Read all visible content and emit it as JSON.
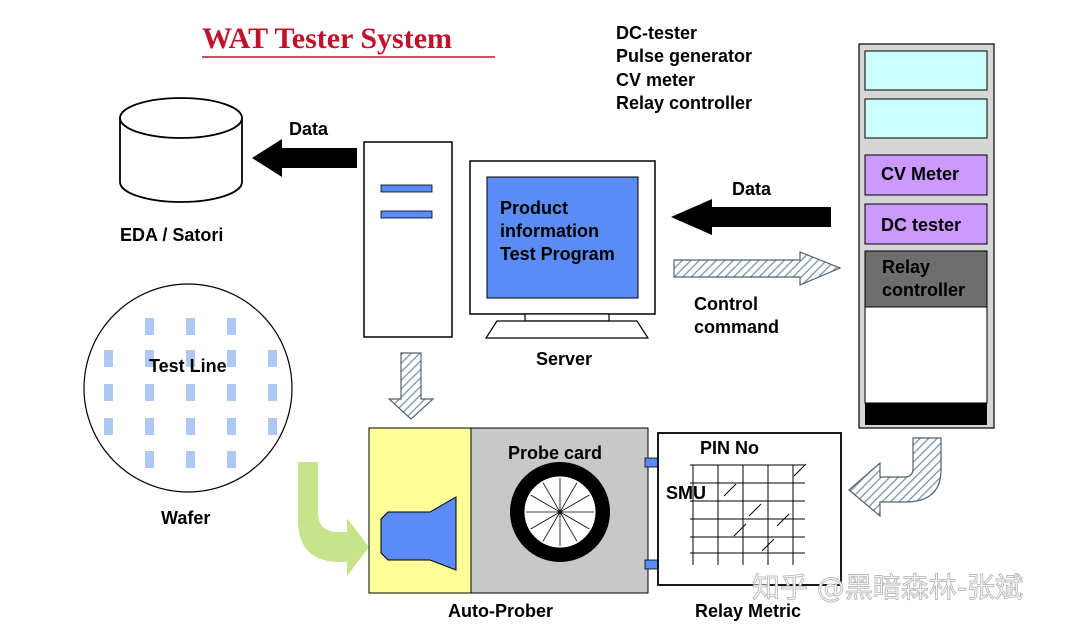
{
  "title": "WAT Tester System",
  "instrument_list": [
    "DC-tester",
    "Pulse generator",
    "CV meter",
    "Relay controller"
  ],
  "eda": {
    "label": "EDA / Satori",
    "data_label": "Data"
  },
  "server": {
    "label": "Server",
    "screen_lines": [
      "Product",
      "information",
      "Test Program"
    ]
  },
  "tester_link": {
    "data_label": "Data",
    "control_lines": [
      "Control",
      "command"
    ]
  },
  "rack": {
    "cv_meter": "CV Meter",
    "dc_tester": "DC tester",
    "relay_lines": [
      "Relay",
      "controller"
    ]
  },
  "wafer": {
    "label": "Wafer",
    "test_line_label": "Test Line"
  },
  "prober": {
    "label": "Auto-Prober",
    "probe_card_label": "Probe card"
  },
  "relay_matrix": {
    "label": "Relay Metric",
    "pin_label": "PIN No",
    "smu_label": "SMU"
  },
  "watermark": "知乎 @黑暗森林-张斌",
  "colors": {
    "title": "#c0132b",
    "screen": "#5b8cf5",
    "rack_slot": "#ccffff",
    "rack_purple": "#cc99ff",
    "relay_gray": "#6e6e6e",
    "prober_yellow": "#ffff99",
    "prober_gray": "#c8c8c8",
    "green_arrow": "#c6e48b",
    "dut_blue": "#5b8cf5"
  }
}
